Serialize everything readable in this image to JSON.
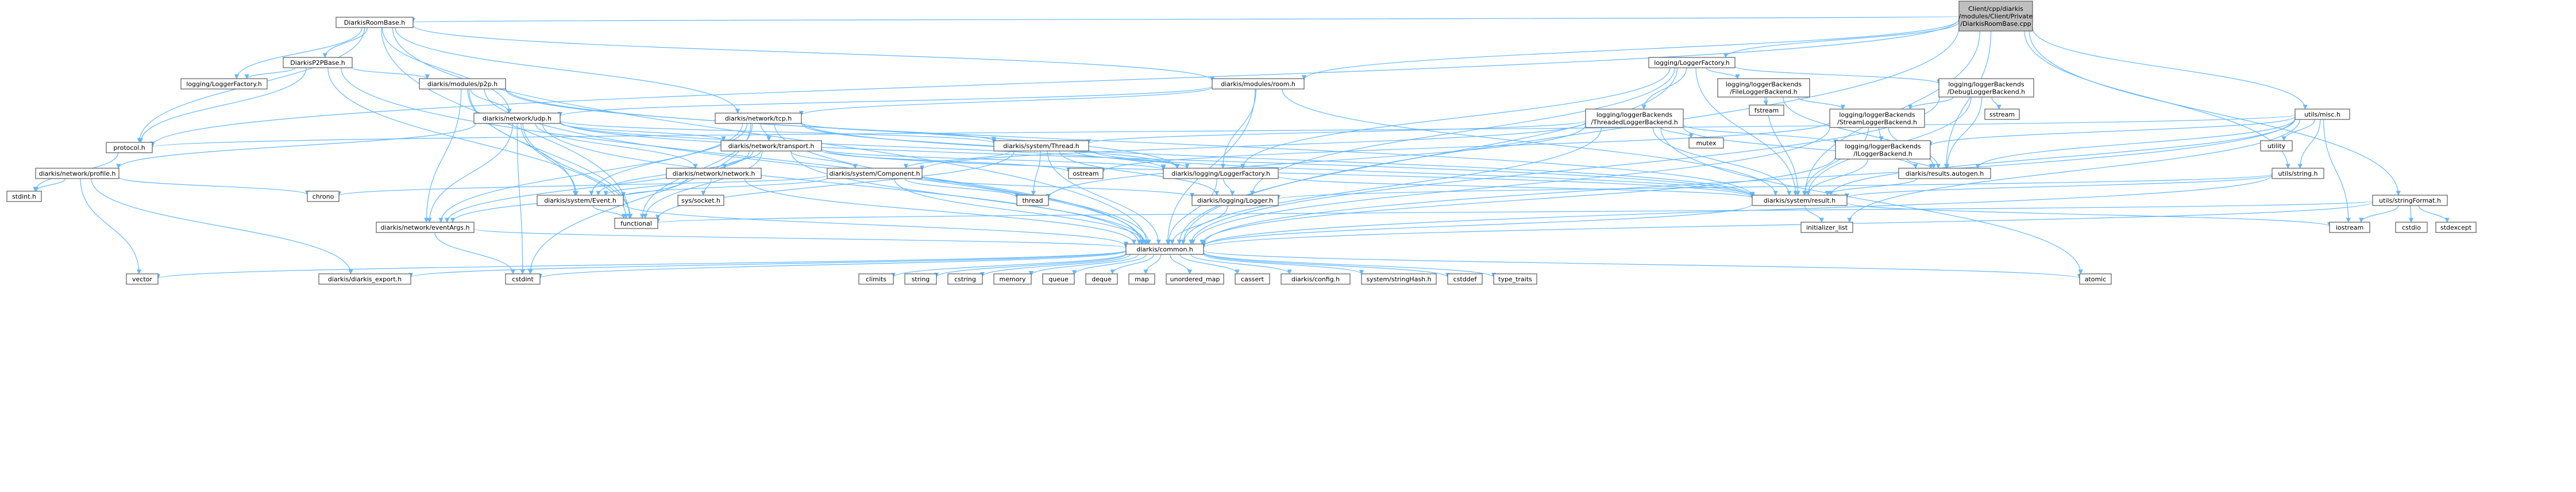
{
  "title": "Client/cpp/diarkis/modules/Client/Private/DiarkisRoomBase.cpp",
  "colors": {
    "root_fill": "#bfbfbf",
    "linked_fill": "#ffffff",
    "external_border": "#bfbfbf",
    "edge": "#63b8ff",
    "border": "#666666"
  },
  "nodes": {
    "root": {
      "lines": [
        "Client/cpp/diarkis",
        "/modules/Client/Private",
        "/DiarkisRoomBase.cpp"
      ]
    },
    "roombase_h": {
      "lines": [
        "DiarkisRoomBase.h"
      ]
    },
    "p2pbase_h": {
      "lines": [
        "DiarkisP2PBase.h"
      ]
    },
    "loggerfactory_ext": {
      "lines": [
        "logging/LoggerFactory.h"
      ]
    },
    "modules_p2p_h": {
      "lines": [
        "diarkis/modules/p2p.h"
      ]
    },
    "modules_room_h": {
      "lines": [
        "diarkis/modules/room.h"
      ]
    },
    "logging_loggerfactory_h": {
      "lines": [
        "logging/LoggerFactory.h"
      ]
    },
    "file_backend_h": {
      "lines": [
        "logging/loggerBackends",
        "/FileLoggerBackend.h"
      ]
    },
    "debug_backend_h": {
      "lines": [
        "logging/loggerBackends",
        "/DebugLoggerBackend.h"
      ]
    },
    "fstream": {
      "lines": [
        "fstream"
      ]
    },
    "threaded_backend_h": {
      "lines": [
        "logging/loggerBackends",
        "/ThreadedLoggerBackend.h"
      ]
    },
    "stream_backend_h": {
      "lines": [
        "logging/loggerBackends",
        "/StreamLoggerBackend.h"
      ]
    },
    "sstream": {
      "lines": [
        "sstream"
      ]
    },
    "utils_misc_h": {
      "lines": [
        "utils/misc.h"
      ]
    },
    "network_udp_h": {
      "lines": [
        "diarkis/network/udp.h"
      ]
    },
    "network_tcp_h": {
      "lines": [
        "diarkis/network/tcp.h"
      ]
    },
    "mutex": {
      "lines": [
        "mutex"
      ]
    },
    "ilogger_backend_h": {
      "lines": [
        "logging/loggerBackends",
        "/ILoggerBackend.h"
      ]
    },
    "utility": {
      "lines": [
        "utility"
      ]
    },
    "protocol_h": {
      "lines": [
        "protocol.h"
      ]
    },
    "network_profile_h": {
      "lines": [
        "diarkis/network/profile.h"
      ]
    },
    "network_transport_h": {
      "lines": [
        "diarkis/network/transport.h"
      ]
    },
    "system_thread_h": {
      "lines": [
        "diarkis/system/Thread.h"
      ]
    },
    "ostream": {
      "lines": [
        "ostream"
      ]
    },
    "logging_factory_h": {
      "lines": [
        "diarkis/logging/LoggerFactory.h"
      ]
    },
    "results_autogen_h": {
      "lines": [
        "diarkis/results.autogen.h"
      ]
    },
    "utils_string_h": {
      "lines": [
        "utils/string.h"
      ]
    },
    "utils_stringformat_h": {
      "lines": [
        "utils/stringFormat.h"
      ]
    },
    "network_network_h": {
      "lines": [
        "diarkis/network/network.h"
      ]
    },
    "system_component_h": {
      "lines": [
        "diarkis/system/Component.h"
      ]
    },
    "stdint_h": {
      "lines": [
        "stdint.h"
      ]
    },
    "chrono": {
      "lines": [
        "chrono"
      ]
    },
    "sys_socket_h": {
      "lines": [
        "sys/socket.h"
      ]
    },
    "thread": {
      "lines": [
        "thread"
      ]
    },
    "system_event_h": {
      "lines": [
        "diarkis/system/Event.h"
      ]
    },
    "logging_logger_h": {
      "lines": [
        "diarkis/logging/Logger.h"
      ]
    },
    "system_result_h": {
      "lines": [
        "diarkis/system/result.h"
      ]
    },
    "functional": {
      "lines": [
        "functional"
      ]
    },
    "initializer_list": {
      "lines": [
        "initializer_list"
      ]
    },
    "iostream": {
      "lines": [
        "iostream"
      ]
    },
    "cstdio": {
      "lines": [
        "cstdio"
      ]
    },
    "stdexcept": {
      "lines": [
        "stdexcept"
      ]
    },
    "event_args_h": {
      "lines": [
        "diarkis/network/eventArgs.h"
      ]
    },
    "common_h": {
      "lines": [
        "diarkis/common.h"
      ]
    },
    "vector": {
      "lines": [
        "vector"
      ]
    },
    "diarkis_export_h": {
      "lines": [
        "diarkis/diarkis_export.h"
      ]
    },
    "cstdint": {
      "lines": [
        "cstdint"
      ]
    },
    "climits": {
      "lines": [
        "climits"
      ]
    },
    "string": {
      "lines": [
        "string"
      ]
    },
    "cstring": {
      "lines": [
        "cstring"
      ]
    },
    "memory": {
      "lines": [
        "memory"
      ]
    },
    "queue": {
      "lines": [
        "queue"
      ]
    },
    "deque": {
      "lines": [
        "deque"
      ]
    },
    "map": {
      "lines": [
        "map"
      ]
    },
    "unordered_map": {
      "lines": [
        "unordered_map"
      ]
    },
    "cassert": {
      "lines": [
        "cassert"
      ]
    },
    "config_h": {
      "lines": [
        "diarkis/config.h"
      ]
    },
    "stringhash_h": {
      "lines": [
        "system/stringHash.h"
      ]
    },
    "cstddef": {
      "lines": [
        "cstddef"
      ]
    },
    "type_traits": {
      "lines": [
        "type_traits"
      ]
    },
    "atomic": {
      "lines": [
        "atomic"
      ]
    }
  }
}
